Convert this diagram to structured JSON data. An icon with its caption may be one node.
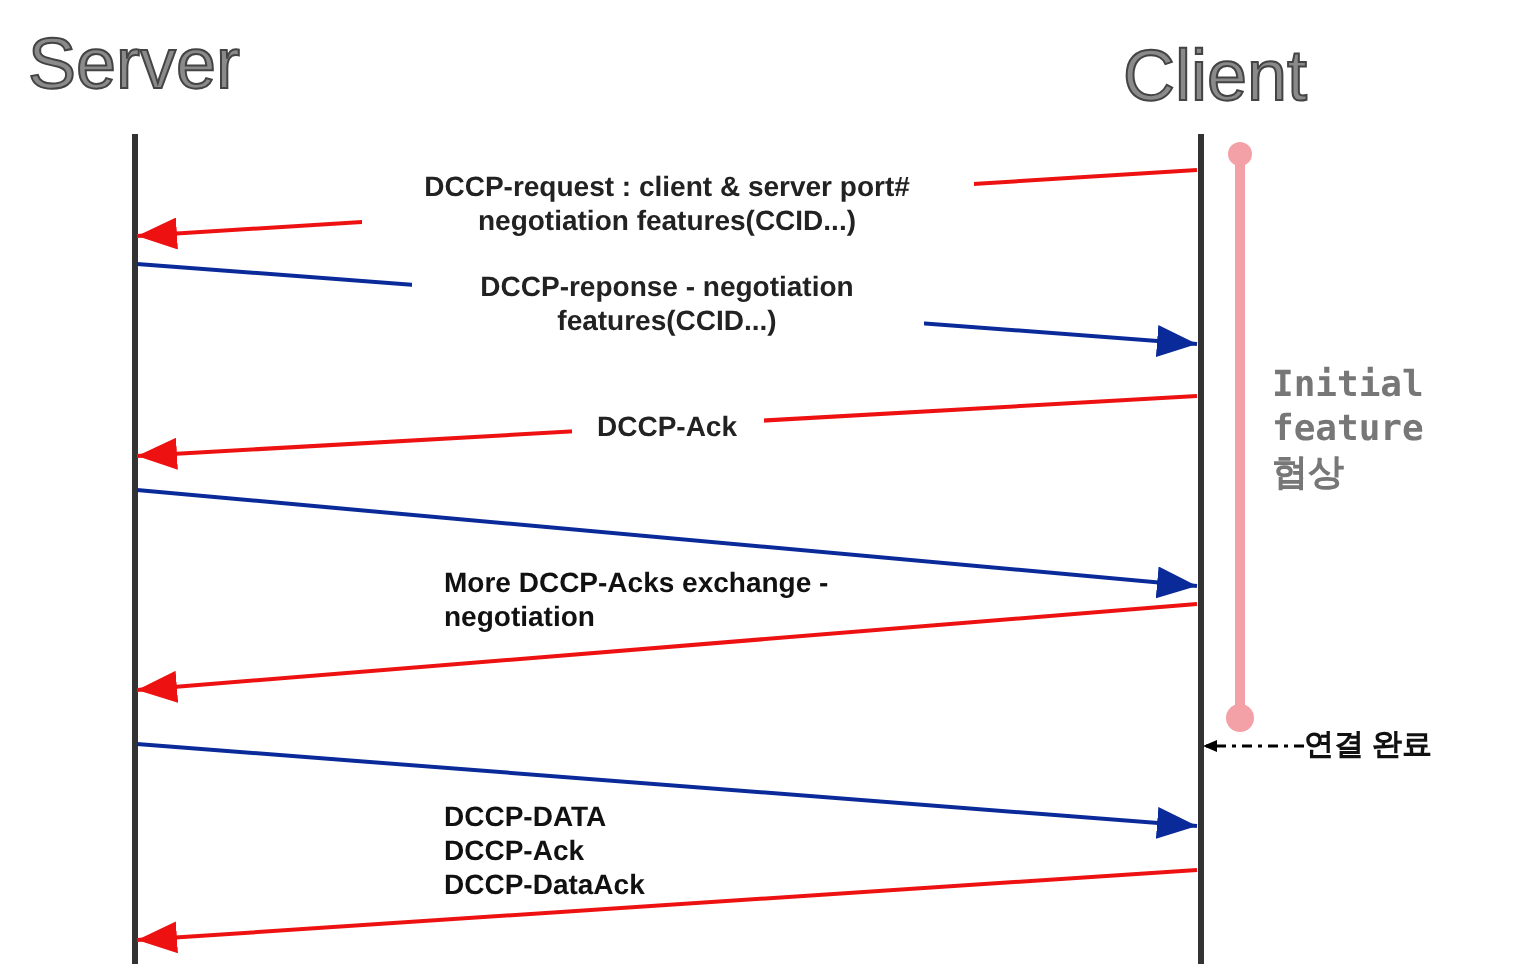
{
  "diagram": {
    "nodes": [
      {
        "text": [
          "Server"
        ]
      },
      {
        "text": [
          "Client"
        ]
      },
      {
        "text": [
          "연결 완료"
        ]
      },
      {
        "text": [],
        "shape": "bar",
        "beside": [
          "Initial feature 협상"
        ]
      }
    ],
    "edges": [
      {
        "from": 1,
        "to": 0,
        "arrow": "to",
        "label": "DCCP-request : client & server port# negotiation features(CCID...)"
      },
      {
        "from": 0,
        "to": 1,
        "arrow": "to",
        "label": "DCCP-reponse - negotiation features(CCID...)",
        "color": "#0a2a9a"
      },
      {
        "from": 1,
        "to": 0,
        "arrow": "to",
        "label": "DCCP-Ack"
      },
      {
        "from": 0,
        "to": 1,
        "arrow": "to",
        "color": "#0a2a9a"
      },
      {
        "from": 1,
        "to": 0,
        "arrow": "to"
      },
      {
        "from": 0,
        "to": 1,
        "arrow": "to",
        "color": "#0a2a9a"
      },
      {
        "from": 1,
        "to": 0,
        "arrow": "to"
      },
      {
        "from": 2,
        "to": 1,
        "arrow": "to",
        "style": "dashed",
        "color": "#000000"
      }
    ],
    "labels": [
      "More DCCP-Acks exchange - negotiation",
      "DCCP-DATA DCCP-Ack DCCP-DataAck"
    ]
  }
}
